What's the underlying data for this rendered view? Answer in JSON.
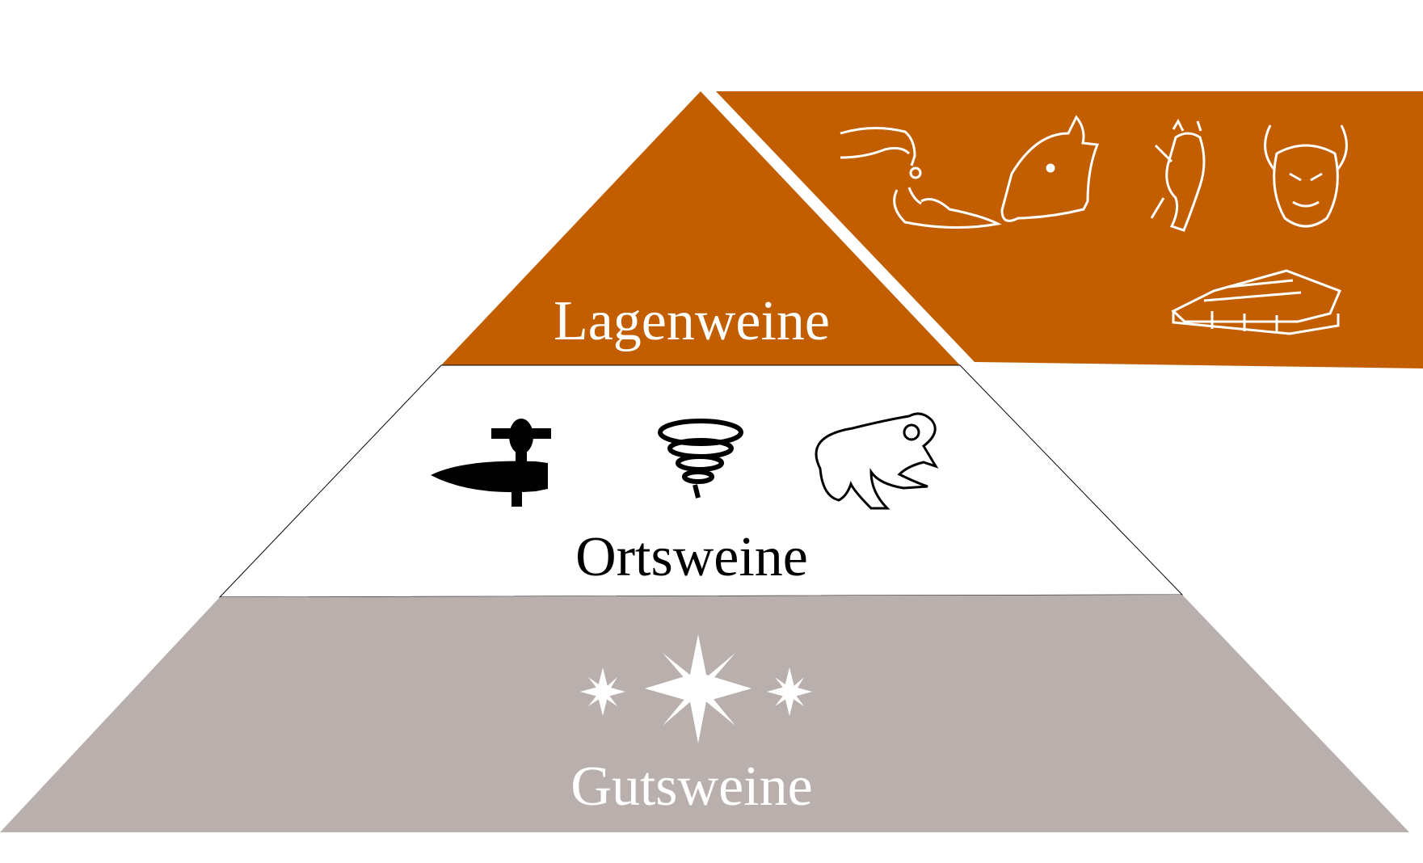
{
  "colors": {
    "top_tier": "#c25e00",
    "middle_tier": "#ffffff",
    "bottom_tier": "#b9b0ae",
    "top_label": "#ffffff",
    "middle_label": "#000000",
    "bottom_label": "#ffffff"
  },
  "tiers": [
    {
      "label": "Lagenweine",
      "icons": [
        "hands-coin-icon",
        "boar-head-icon",
        "devil-figure-icon",
        "devil-mask-icon",
        "gold-bars-icon"
      ]
    },
    {
      "label": "Ortsweine",
      "icons": [
        "hammer-icon",
        "tornado-icon",
        "frog-icon"
      ]
    },
    {
      "label": "Gutsweine",
      "icons": [
        "star-small-icon",
        "star-large-icon",
        "star-small-icon"
      ]
    }
  ]
}
